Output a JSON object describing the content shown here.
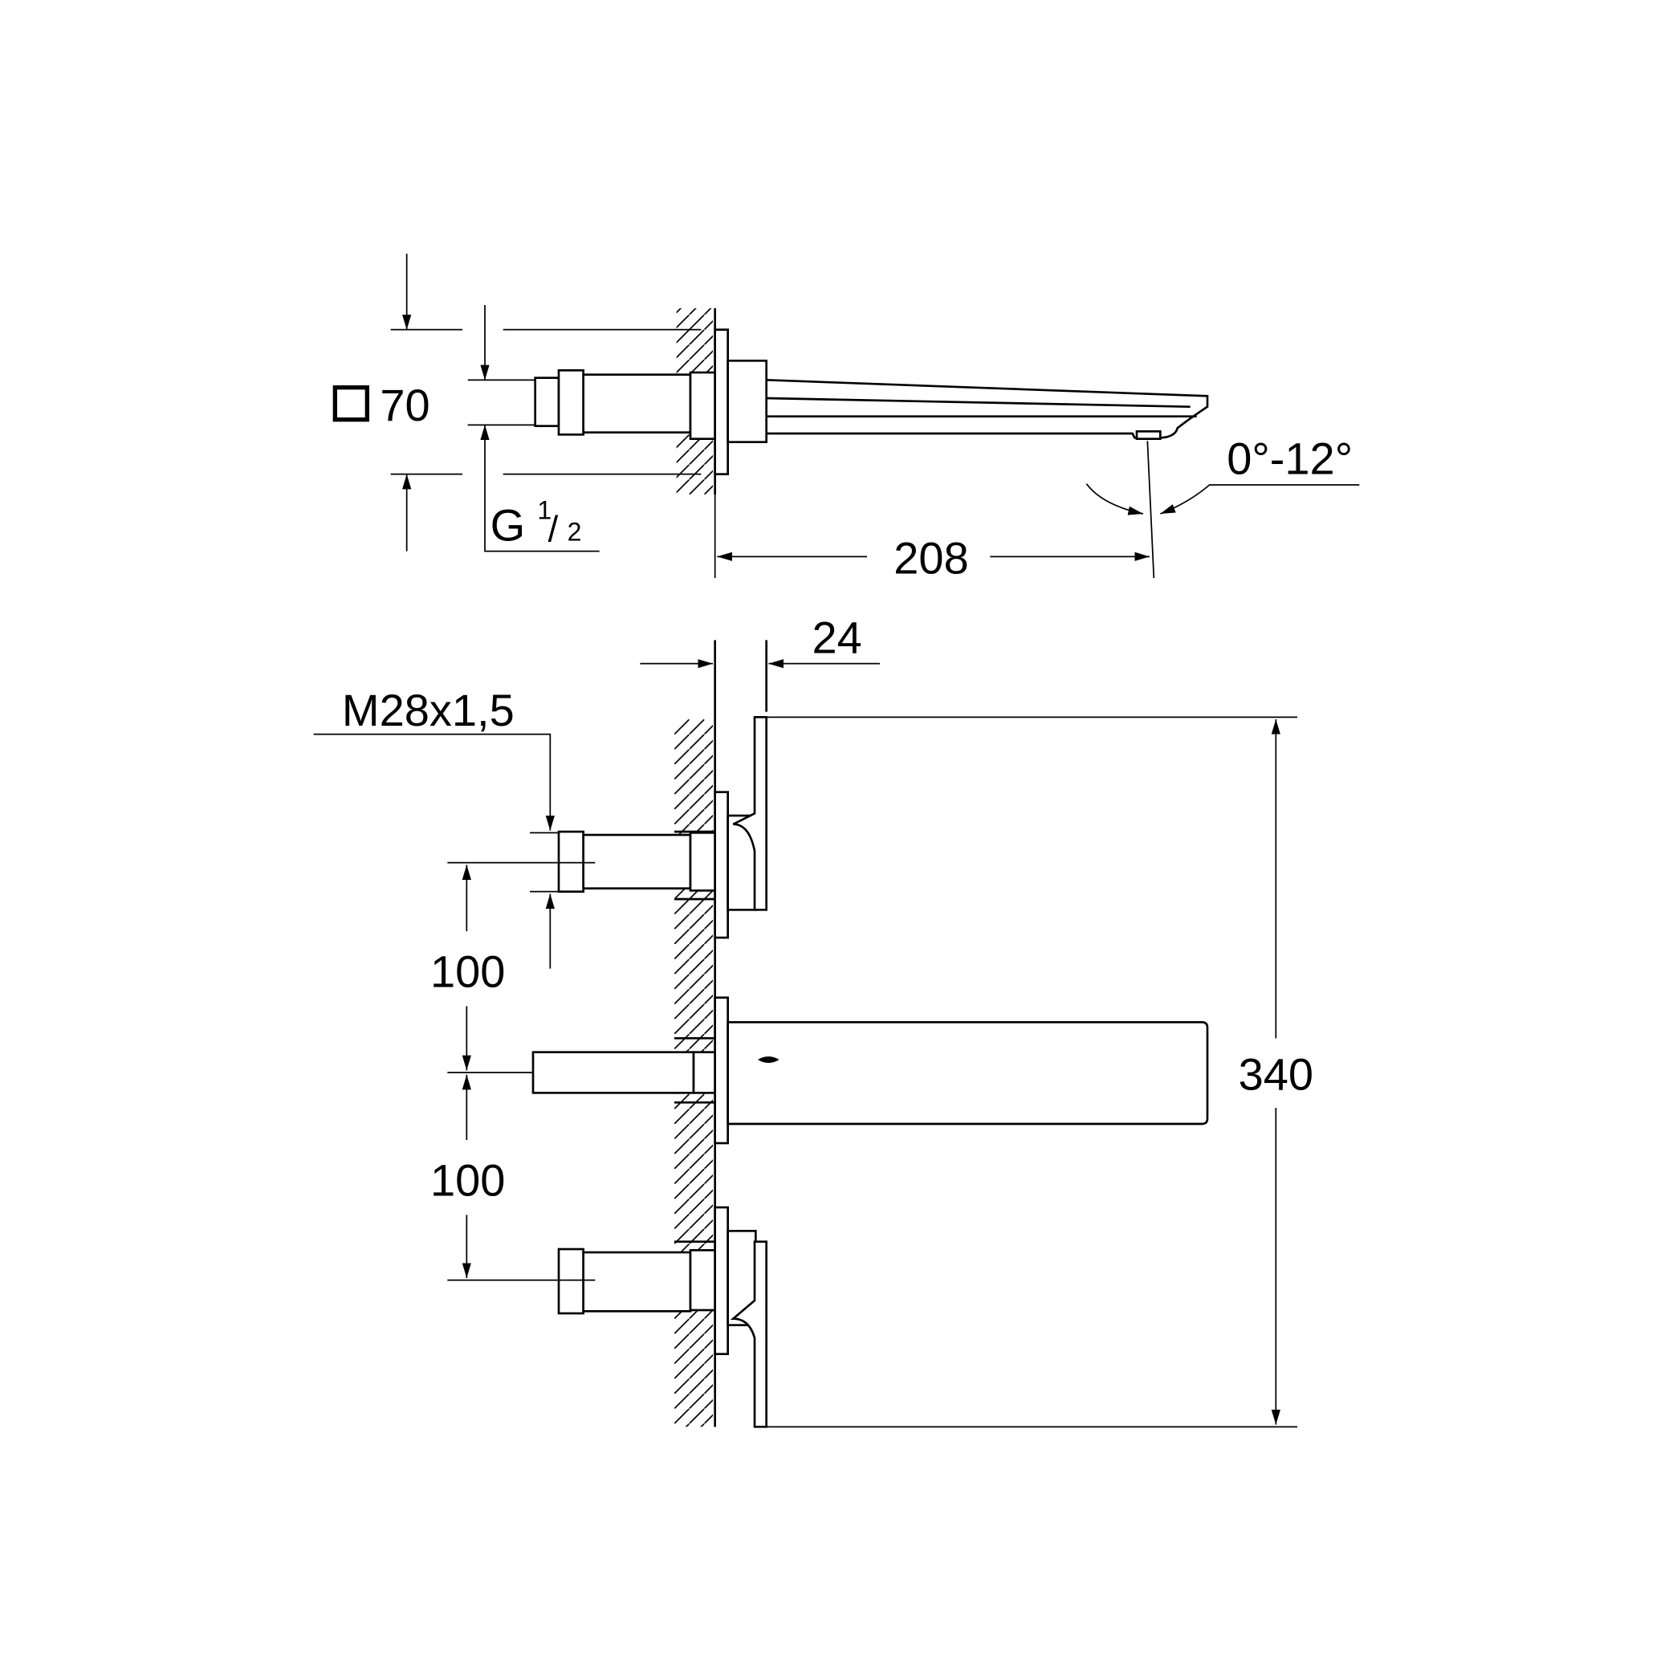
{
  "side_view": {
    "square_size_label": "70",
    "thread_label_main": "G",
    "thread_label_num": "1",
    "thread_label_den": "2",
    "spout_projection": "208",
    "tilt_angle": "0°-12°"
  },
  "front_view": {
    "plate_depth": "24",
    "valve_thread": "M28x1,5",
    "spacing_upper": "100",
    "spacing_lower": "100",
    "total_height": "340"
  },
  "colors": {
    "line": "#000000",
    "background": "#ffffff"
  }
}
